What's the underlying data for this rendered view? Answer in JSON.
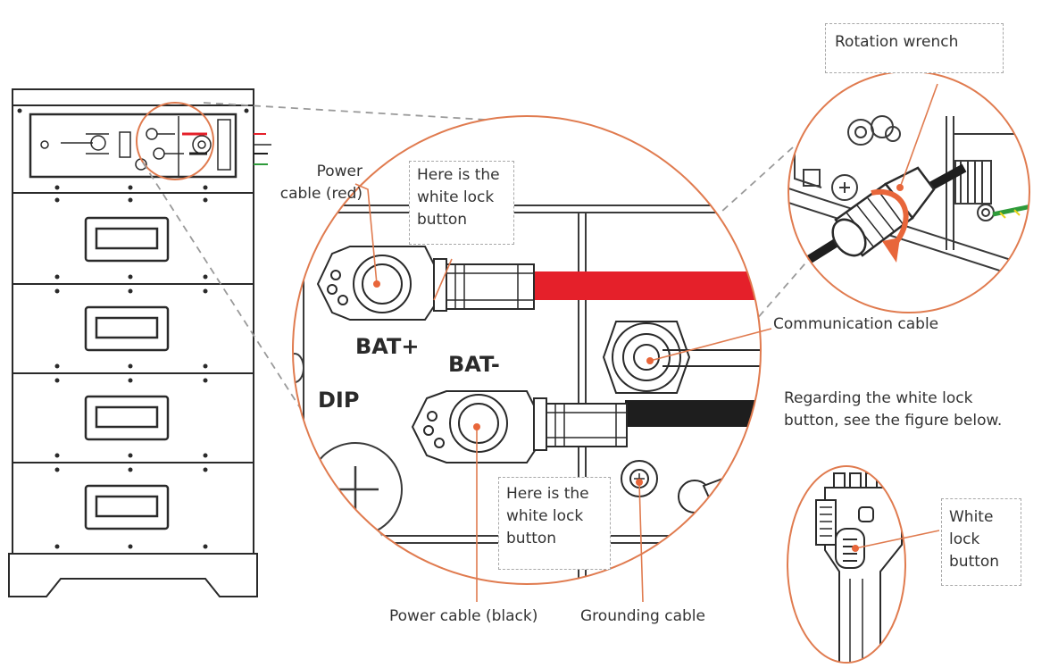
{
  "labels": {
    "rotation_wrench": "Rotation wrench",
    "power_cable_red": "Power\ncable (red)",
    "lock_button_top": "Here is the\nwhite lock\nbutton",
    "communication_cable": "Communication cable",
    "regarding_note": "Regarding the white lock\nbutton, see the figure below.",
    "lock_button_bottom": "Here is the\nwhite lock\nbutton",
    "white_lock_button": "White\nlock\nbutton",
    "power_cable_black": "Power cable (black)",
    "grounding_cable": "Grounding cable"
  },
  "terminals": {
    "positive": "BAT+",
    "negative": "BAT-",
    "dip": "DIP"
  },
  "colors": {
    "callout_circle": "#e07b4f",
    "leader_dot": "#e8663a",
    "power_cable_red": "#e5202a",
    "power_cable_black": "#1e1e1e",
    "ground_green": "#2e9b3a",
    "ground_yellow": "#e8d21a",
    "dashed_box": "#a8a8a8"
  }
}
